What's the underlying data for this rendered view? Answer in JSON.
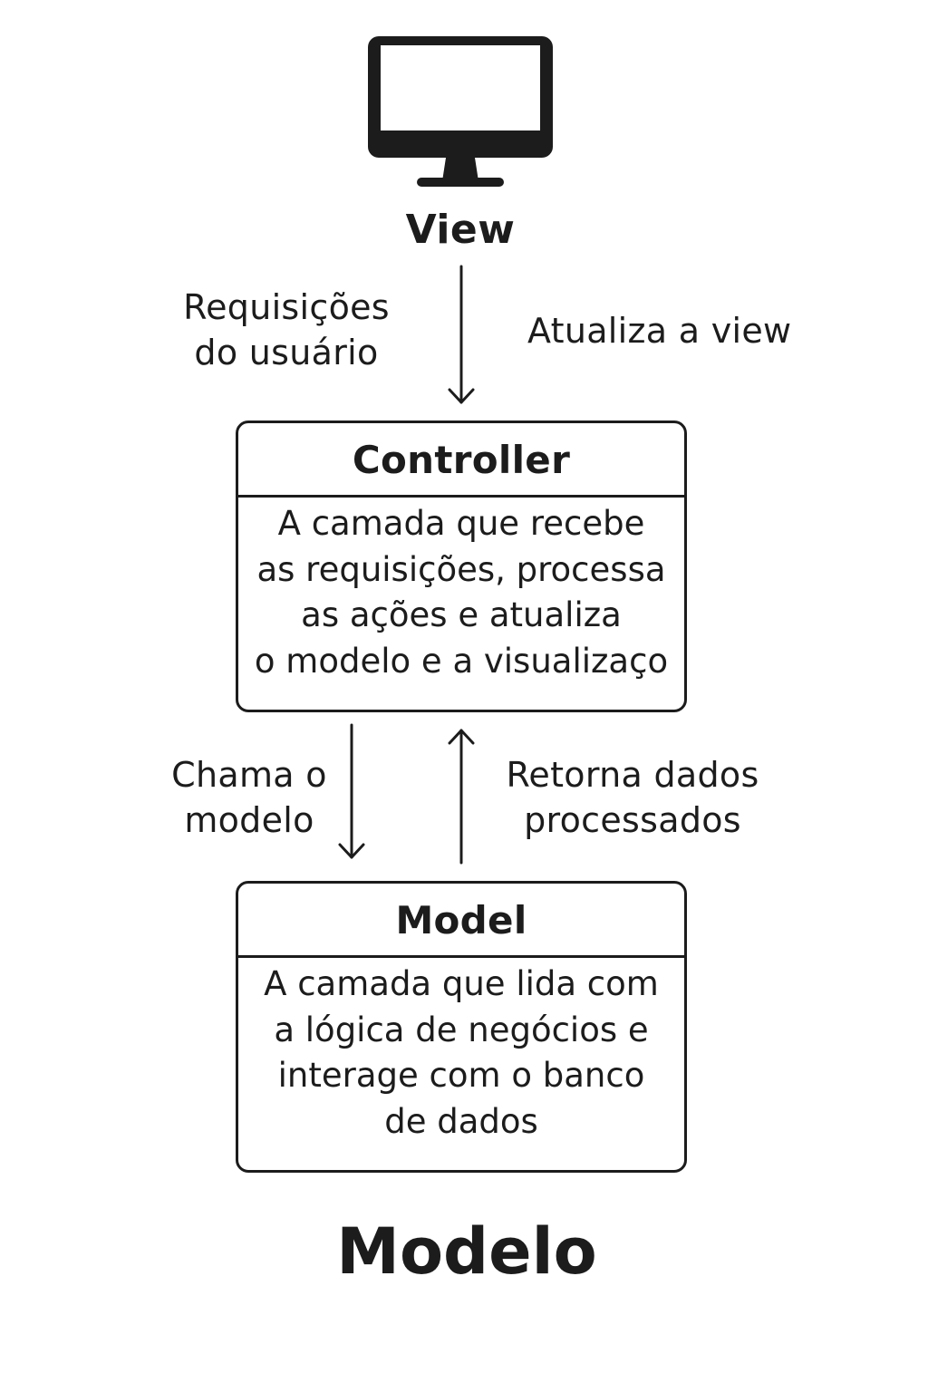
{
  "view": {
    "title": "View",
    "icon": "monitor-icon"
  },
  "edges": {
    "view_to_controller": [
      "Requisições",
      "do usuário"
    ],
    "controller_to_view": [
      "Atualiza a view"
    ],
    "controller_to_model": [
      "Chama o",
      "modelo"
    ],
    "model_to_controller": [
      "Retorna dados",
      "processados"
    ]
  },
  "controller": {
    "title": "Controller",
    "lines": [
      "A camada que recebe",
      "as requisições, processa",
      "as ações e atualiza",
      "o modelo e a visualizaço"
    ]
  },
  "model": {
    "title": "Model",
    "lines": [
      "A camada que lida com",
      "a lógica de negócios e",
      "interage com o banco",
      "de dados"
    ]
  },
  "footer": {
    "title": "Modelo"
  },
  "colors": {
    "stroke": "#1c1c1c",
    "background": "#ffffff"
  }
}
